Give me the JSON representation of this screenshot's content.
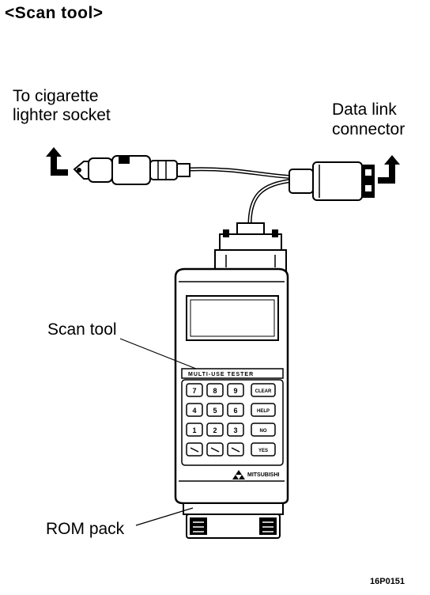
{
  "header": {
    "title": "<Scan tool>"
  },
  "callouts": {
    "cigarette_line1": "To cigarette",
    "cigarette_line2": "lighter socket",
    "datalink_line1": "Data link",
    "datalink_line2": "connector",
    "scan_tool": "Scan tool",
    "rom_pack": "ROM pack"
  },
  "device": {
    "brand_strip": "MULTI-USE TESTER",
    "maker": "MITSUBISHI",
    "keys": [
      [
        "7",
        "8",
        "9",
        "CLEAR"
      ],
      [
        "4",
        "5",
        "6",
        "HELP"
      ],
      [
        "1",
        "2",
        "3",
        "NO"
      ],
      [
        "",
        "",
        "",
        "YES"
      ]
    ]
  },
  "figure_ref": "16P0151"
}
